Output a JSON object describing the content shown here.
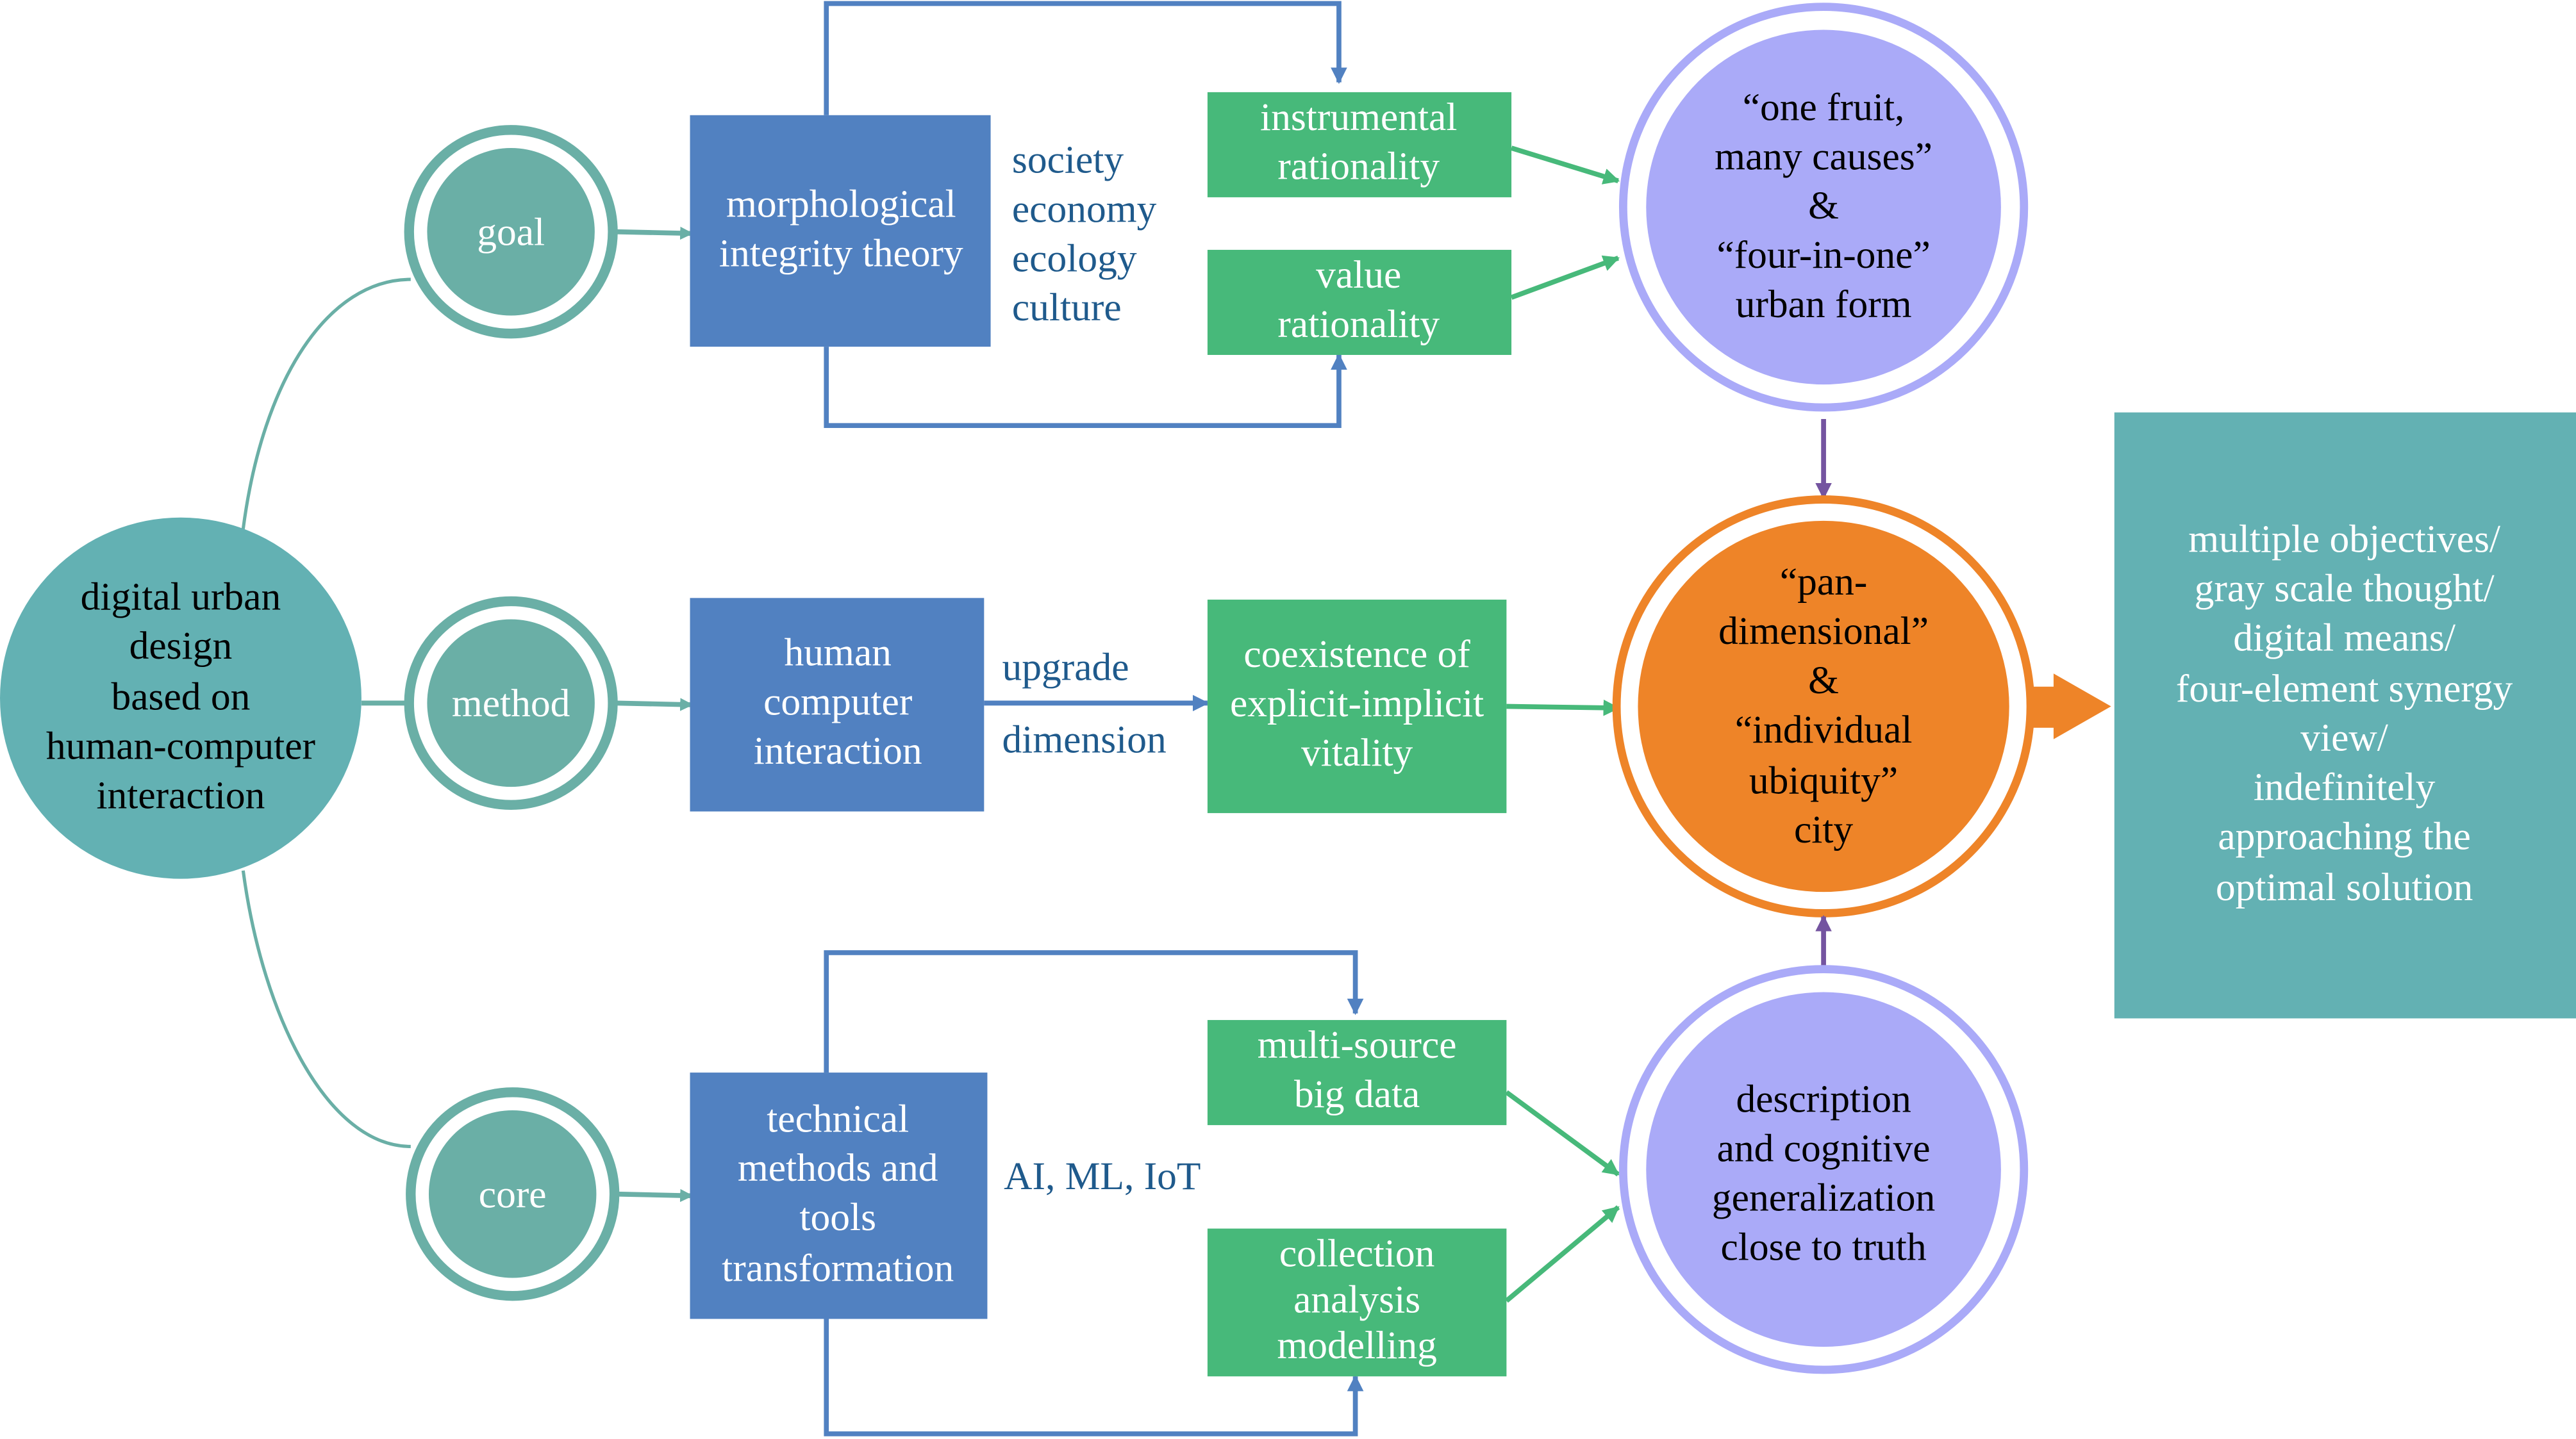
{
  "colors": {
    "teal": "#63b1b3",
    "circle_teal": "#6aafa6",
    "blue": "#5181c1",
    "green": "#47b97a",
    "lavender": "#aaaaf8",
    "orange": "#ee8428",
    "purple": "#7454a0",
    "label_blue": "#1f5a8c"
  },
  "root": {
    "lines": [
      "digital urban",
      "design",
      "based on",
      "human-computer",
      "interaction"
    ]
  },
  "rows": {
    "goal": {
      "label": "goal",
      "box": [
        "morphological",
        "integrity theory"
      ],
      "aspects": [
        "society",
        "economy",
        "ecology",
        "culture"
      ],
      "out1": [
        "instrumental",
        "rationality"
      ],
      "out2": [
        "value",
        "rationality"
      ]
    },
    "method": {
      "label": "method",
      "box": [
        "human",
        "computer",
        "interaction"
      ],
      "arrow_labels": [
        "upgrade",
        "dimension"
      ],
      "out": [
        "coexistence of",
        "explicit-implicit",
        "vitality"
      ]
    },
    "core": {
      "label": "core",
      "box": [
        "technical",
        "methods and",
        "tools",
        "transformation"
      ],
      "aspects": [
        "AI, ML, IoT"
      ],
      "out1": [
        "multi-source",
        "big data"
      ],
      "out2": [
        "collection",
        "analysis",
        "modelling"
      ]
    }
  },
  "results": {
    "top": [
      "“one fruit,",
      "many causes”",
      "&",
      "“four-in-one”",
      "urban form"
    ],
    "center": [
      "“pan-",
      "dimensional”",
      "&",
      "“individual",
      "ubiquity”",
      "city"
    ],
    "bottom": [
      "description",
      "and cognitive",
      "generalization",
      "close to truth"
    ]
  },
  "conclusion": [
    "multiple objectives/",
    "gray scale thought/",
    "digital means/",
    "four-element synergy",
    "view/",
    "indefinitely",
    "approaching the",
    "optimal solution"
  ]
}
